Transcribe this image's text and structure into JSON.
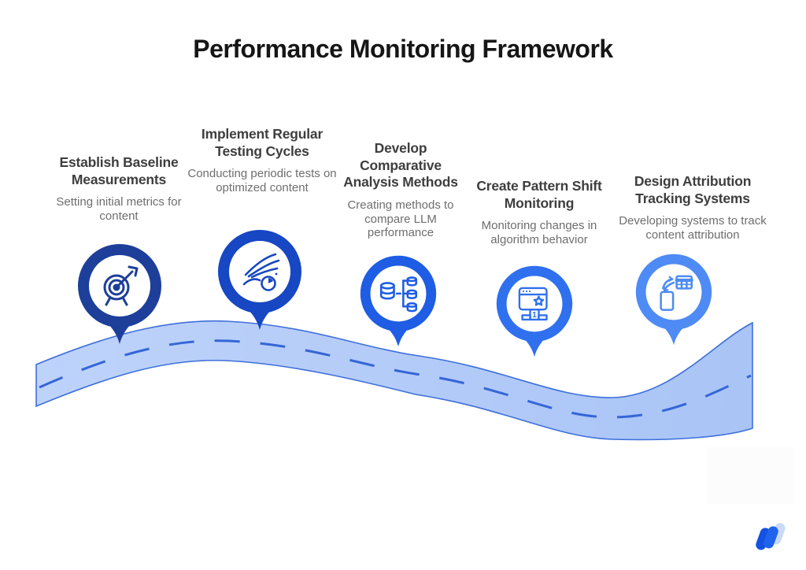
{
  "title": "Performance Monitoring Framework",
  "milestones": [
    {
      "title": "Establish Baseline Measurements",
      "description": "Setting initial metrics for content",
      "icon": "target-dart-icon",
      "color": "#1d3f99"
    },
    {
      "title": "Implement Regular Testing Cycles",
      "description": "Conducting periodic tests on optimized content",
      "icon": "wind-clock-icon",
      "color": "#1747c2"
    },
    {
      "title": "Develop Comparative Analysis Methods",
      "description": "Creating methods to compare LLM performance",
      "icon": "database-split-icon",
      "color": "#1e5de4"
    },
    {
      "title": "Create Pattern Shift Monitoring",
      "description": "Monitoring changes in algorithm behavior",
      "icon": "ranking-browser-icon",
      "podium_rank": "1",
      "color": "#2f70ee"
    },
    {
      "title": "Design Attribution Tracking Systems",
      "description": "Developing systems to track content attribution",
      "icon": "device-table-sync-icon",
      "color": "#4e8bf4"
    }
  ],
  "road": {
    "fill_left": "#bed3fa",
    "fill_right": "#a9c4f6",
    "edge": "#3e6fd9",
    "dash": "#3566d6"
  },
  "logo": {
    "back_bar": "#c9d9f7",
    "left_bar": "#1552e2",
    "right_bar": "#2064ee"
  }
}
